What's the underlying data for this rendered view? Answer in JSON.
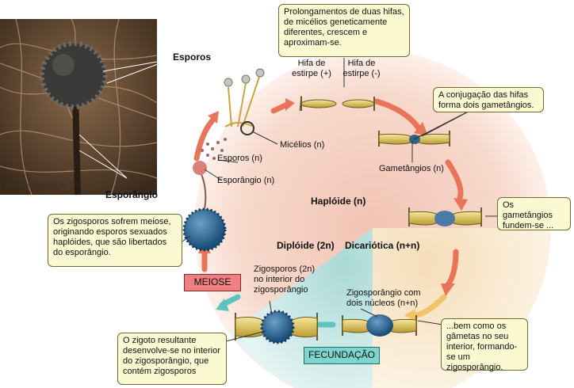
{
  "photo": {
    "caption": "Rhizopus stolonifer",
    "label_spores": "Esporos",
    "label_sporangium": "Esporângio"
  },
  "notes": {
    "hyphae": "Prolongamentos de duas hifas, de micélios geneticamente diferentes, crescem e aproximam-se.",
    "conjugation": "A conjugação das hifas forma dois gametângios.",
    "fuse": "Os gametângios fundem-se ...",
    "zygosporangium": "...bem como os gâmetas no seu interior, formando-se um zigosporângio.",
    "zygote": "O zigoto resultante desenvolve-se no interior do zigosporângio, que contém zigosporos",
    "meiosis": "Os zigosporos sofrem meiose, originando esporos sexuados haplóides, que são libertados do esporângio."
  },
  "labels": {
    "strain_plus": "Hifa de estirpe (+)",
    "strain_minus": "Hifa de estirpe (-)",
    "gametangia": "Gametângios (n)",
    "mycelia": "Micélios (n)",
    "spores": "Esporos (n)",
    "sporangium": "Esporângio (n)",
    "zygo_nuclei": "Zigosporângio com dois núcleos (n+n)",
    "zygospores": "Zigosporos (2n) no interior do zigosporângio"
  },
  "phases": {
    "haploid": "Haplóide (n)",
    "diploid": "Diplóide (2n)",
    "dikaryotic": "Dicariótica (n+n)"
  },
  "stages": {
    "meiosis": "MEIOSE",
    "fertilization": "FECUNDAÇÃO"
  },
  "colors": {
    "haploid": "#f4d3c4",
    "dikaryotic": "#f7e6c6",
    "diploid": "#bfe0de",
    "arrow_red": "#e8755a",
    "arrow_yellow": "#f3c368",
    "arrow_teal": "#5ec3bf",
    "meiosis_box": "#ef7f80",
    "fertilization_box": "#7fd4cf"
  }
}
